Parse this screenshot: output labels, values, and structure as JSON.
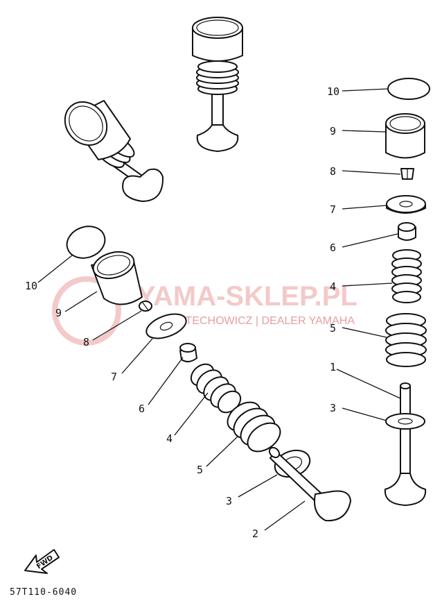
{
  "diagram": {
    "part_code": "57T110-6040",
    "direction_label": "FWD",
    "watermark": {
      "title": "YAMA-SKLEP.PL",
      "subtitle": "WOJTECHOWICZ | DEALER YAMAHA"
    },
    "callouts_left": [
      "10",
      "9",
      "8",
      "7",
      "6",
      "4",
      "5",
      "3",
      "2"
    ],
    "callouts_right": [
      "10",
      "9",
      "8",
      "7",
      "6",
      "4",
      "5",
      "1",
      "3"
    ],
    "colors": {
      "ink": "#111111",
      "watermark": "#e5a0a0"
    }
  }
}
